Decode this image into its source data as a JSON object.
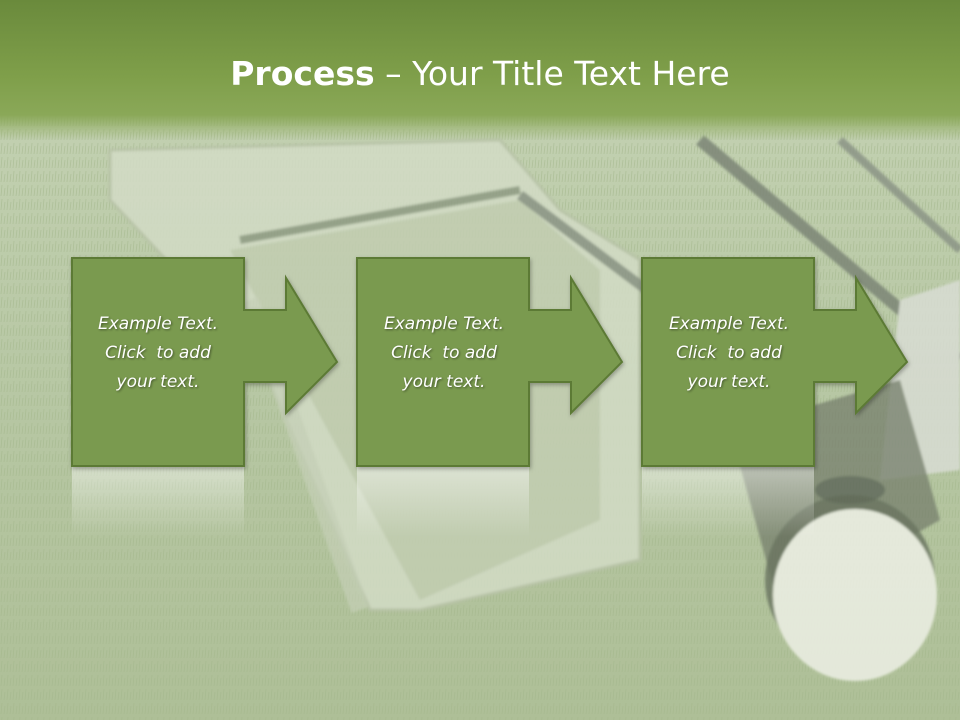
{
  "title": {
    "bold": "Process",
    "rest": " – Your Title Text Here"
  },
  "steps": [
    {
      "lines": [
        "Example Text.",
        "Click  to add",
        "your text."
      ]
    },
    {
      "lines": [
        "Example Text.",
        "Click  to add",
        "your text."
      ]
    },
    {
      "lines": [
        "Example Text.",
        "Click  to add",
        "your text."
      ]
    }
  ],
  "colors": {
    "title_band": "#7f9f4a",
    "step_fill": "#7a9a4f",
    "step_border": "#5c7a35",
    "title_text": "#ffffff"
  }
}
